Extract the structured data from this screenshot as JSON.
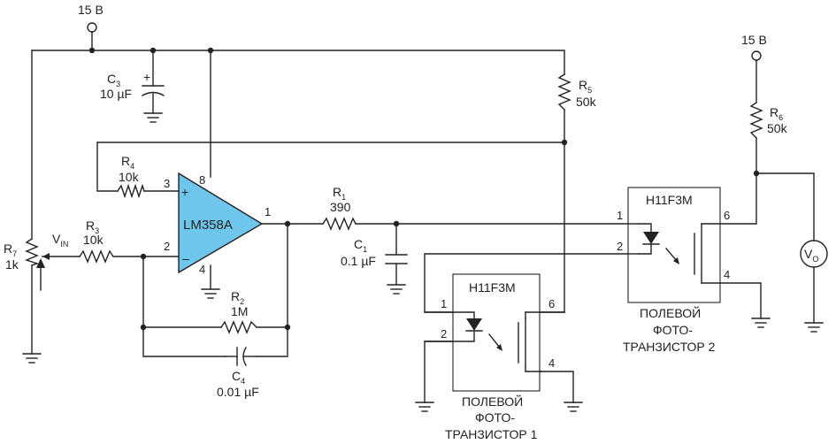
{
  "supply_top": "15 В",
  "supply_right": "15 В",
  "c3": {
    "ref": "C",
    "sub": "3",
    "value": "10 µF",
    "plus": "+"
  },
  "r5": {
    "ref": "R",
    "sub": "5",
    "value": "50k"
  },
  "r6": {
    "ref": "R",
    "sub": "6",
    "value": "50k"
  },
  "r4": {
    "ref": "R",
    "sub": "4",
    "value": "10k"
  },
  "r3": {
    "ref": "R",
    "sub": "3",
    "value": "10k"
  },
  "r7": {
    "ref": "R",
    "sub": "7",
    "value": "1k"
  },
  "r1": {
    "ref": "R",
    "sub": "1",
    "value": "390"
  },
  "r2": {
    "ref": "R",
    "sub": "2",
    "value": "1M"
  },
  "c1": {
    "ref": "C",
    "sub": "1",
    "value": "0.1 µF"
  },
  "c4": {
    "ref": "C",
    "sub": "4",
    "value": "0.01 µF"
  },
  "vin": {
    "ref": "V",
    "sub": "IN"
  },
  "vo": {
    "ref": "V",
    "sub": "O"
  },
  "opamp": {
    "name": "LM358A",
    "plus": "+",
    "minus": "–",
    "pin8": "8",
    "pin4": "4",
    "pin3": "3",
    "pin2": "2",
    "pin1": "1"
  },
  "opto1": {
    "name": "H11F3M",
    "pin1": "1",
    "pin2": "2",
    "pin6": "6",
    "pin4": "4",
    "caption": [
      "ПОЛЕВОЙ",
      "ФОТО-",
      "ТРАНЗИСТОР 1"
    ]
  },
  "opto2": {
    "name": "H11F3M",
    "pin1": "1",
    "pin2": "2",
    "pin6": "6",
    "pin4": "4",
    "caption": [
      "ПОЛЕВОЙ",
      "ФОТО-",
      "ТРАНЗИСТОР 2"
    ]
  }
}
